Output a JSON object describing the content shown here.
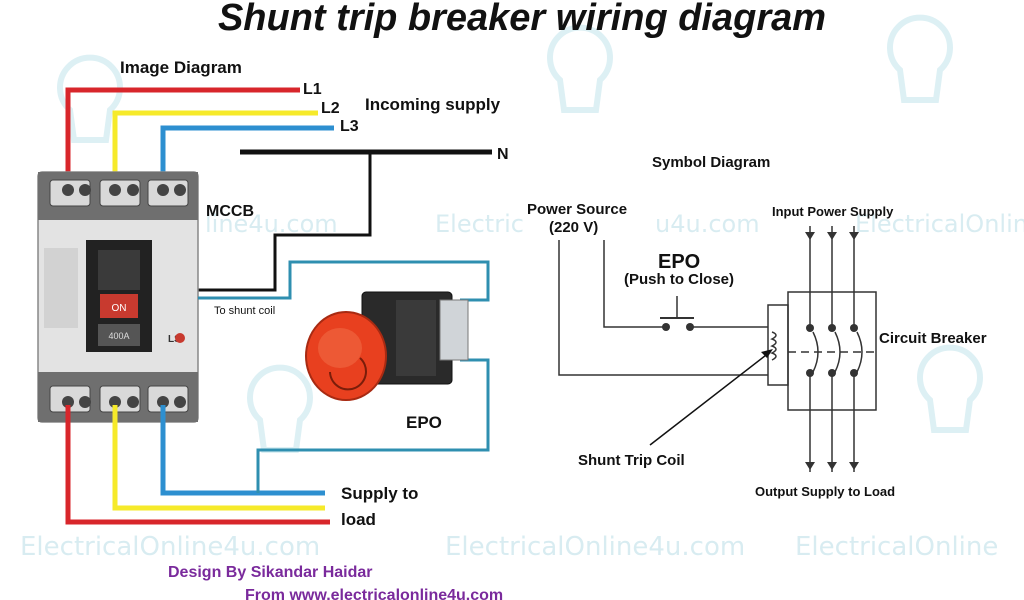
{
  "title": "Shunt trip breaker wiring diagram",
  "image_diagram": {
    "heading": "Image Diagram",
    "line_labels": [
      "L1",
      "L2",
      "L3"
    ],
    "incoming_label": "Incoming supply",
    "neutral_label": "N",
    "mccb_label": "MCCB",
    "shunt_coil_label": "To shunt coil",
    "epo_label": "EPO",
    "supply_label_1": "Supply to",
    "supply_label_2": "load",
    "breaker_switch_text": "ON",
    "breaker_rating_text": "400A",
    "breaker_brand_text": "LS"
  },
  "symbol_diagram": {
    "heading": "Symbol Diagram",
    "power_source_1": "Power Source",
    "power_source_2": "(220 V)",
    "epo_title": "EPO",
    "epo_subtitle": "(Push to Close)",
    "input_label": "Input Power Supply",
    "breaker_label": "Circuit Breaker",
    "coil_label": "Shunt Trip Coil",
    "output_label": "Output Supply to Load"
  },
  "credits": {
    "design": "Design By Sikandar Haidar",
    "from": "From www.electricalonline4u.com"
  },
  "watermarks": [
    "ElectricalOnline4u.com",
    "ElectricalOnline4u.com",
    "ElectricalOnline",
    "line4u.com",
    "Electric",
    "u4u.com",
    "ElectricalOnline"
  ],
  "colors": {
    "l1": "#d8262b",
    "l2": "#f6ea2a",
    "l3": "#2d8fd0",
    "neutral": "#111111",
    "control": "#2f8fb0",
    "title": "#111111",
    "credit": "#7a2a9c",
    "epo_button": "#e8401f"
  }
}
